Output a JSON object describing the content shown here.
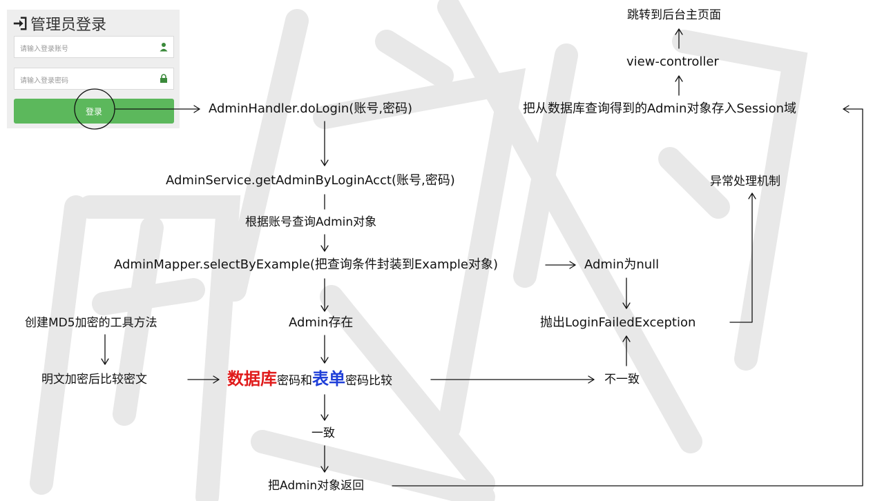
{
  "login": {
    "title": "管理员登录",
    "account_placeholder": "请输入登录账号",
    "password_placeholder": "请输入登录密码",
    "login_button": "登录"
  },
  "nodes": {
    "do_login": "AdminHandler.doLogin(账号,密码)",
    "get_admin": "AdminService.getAdminByLoginAcct(账号,密码)",
    "query_by_account": "根据账号查询Admin对象",
    "select_by_example": "AdminMapper.selectByExample(把查询条件封装到Example对象)",
    "admin_null": "Admin为null",
    "create_md5": "创建MD5加密的工具方法",
    "admin_exists": "Admin存在",
    "throw_exception": "抛出LoginFailedException",
    "exception_mechanism": "异常处理机制",
    "encrypt_compare": "明文加密后比较密文",
    "compare_db": "数据库",
    "compare_mid1": "密码和",
    "compare_form": "表单",
    "compare_mid2": "密码比较",
    "inconsistent": "不一致",
    "consistent": "一致",
    "return_admin": "把Admin对象返回",
    "save_session": "把从数据库查询得到的Admin对象存入Session域",
    "view_controller": "view-controller",
    "jump_main": "跳转到后台主页面"
  },
  "colors": {
    "database_highlight": "#e01b1b",
    "form_highlight": "#1f3fd8",
    "login_button": "#5cb85c",
    "watermark": "#e6e6e6"
  }
}
